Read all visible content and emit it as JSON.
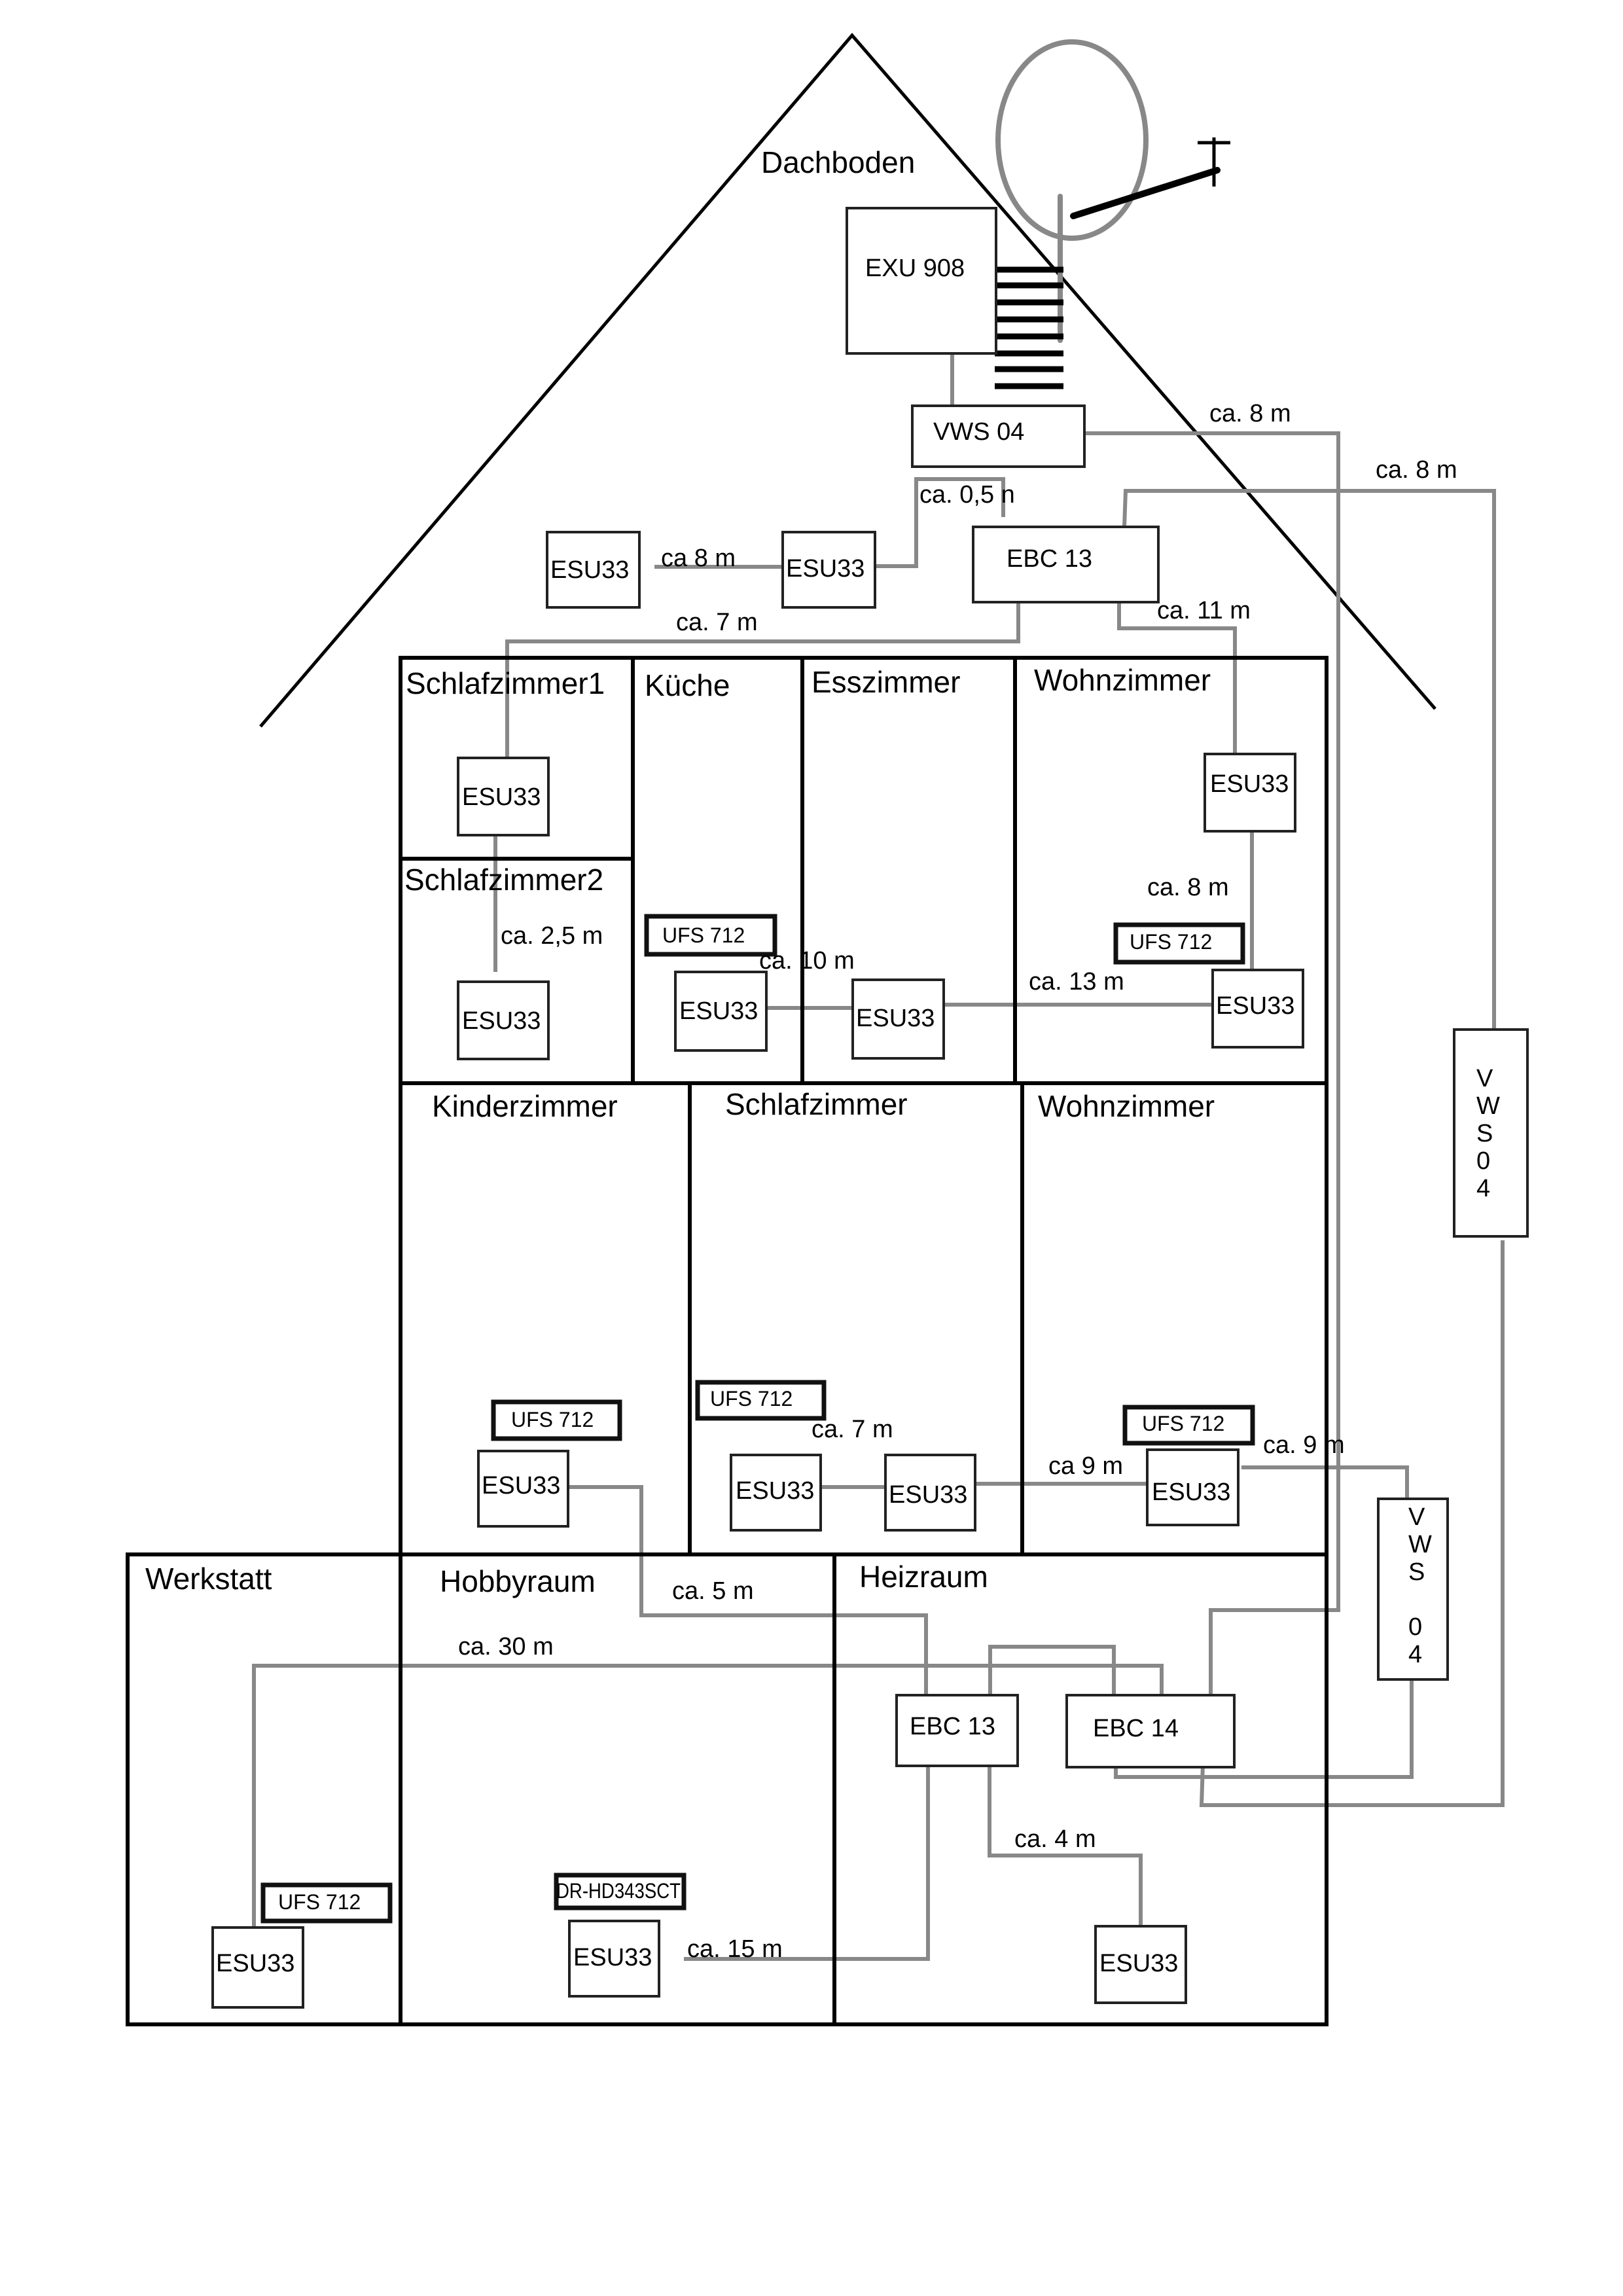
{
  "title": "Dachboden",
  "rooms": {
    "attic": "Dachboden",
    "upper": [
      "Schlafzimmer1",
      "Küche",
      "Esszimmer",
      "Wohnzimmer",
      "Schlafzimmer2"
    ],
    "middle": [
      "Kinderzimmer",
      "Schlafzimmer",
      "Wohnzimmer"
    ],
    "basement": [
      "Werkstatt",
      "Hobbyraum",
      "Heizraum"
    ]
  },
  "devices": {
    "exu": "EXU 908",
    "vws_top": "VWS 04",
    "ebc_attic": "EBC 13",
    "esu": "ESU33",
    "ufs": "UFS 712",
    "receiver": "DR-HD343SCT",
    "ebc_basement_a": "EBC 13",
    "ebc_basement_b": "EBC 14",
    "vws_vertical_1": [
      "V",
      "W",
      "S",
      "0",
      "4"
    ],
    "vws_vertical_2": [
      "V",
      "W",
      "S",
      "",
      "0",
      "4"
    ]
  },
  "lengths": {
    "attic_esu_link": "ca 8 m",
    "attic_vws_ebc": "ca. 0,5 n",
    "vws_right": "ca. 8 m",
    "ebc_right": "ca. 8 m",
    "ebc_down_left": "ca. 7 m",
    "ebc_wohn": "ca. 11 m",
    "schlaf1_schlaf2": "ca. 2,5 m",
    "kueche_ess": "ca. 10 m",
    "ess_wohn": "ca. 13 m",
    "wohn_vertical": "ca. 8 m",
    "schlaf_pair": "ca. 7 m",
    "schlaf_wohn": "ca 9 m",
    "wohn_vws": "ca. 9 m",
    "kinder_heiz": "ca. 5 m",
    "werkstatt": "ca. 30 m",
    "hobby": "ca. 15 m",
    "heiz_esu": "ca. 4 m"
  }
}
